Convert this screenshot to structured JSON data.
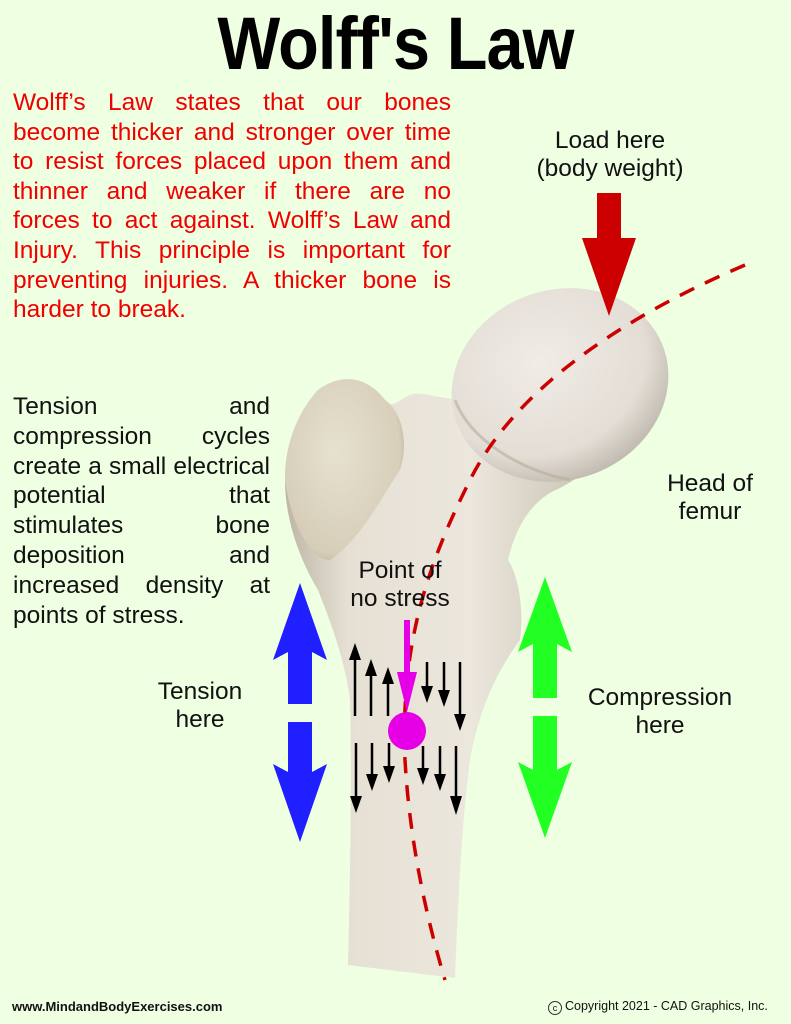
{
  "title": "Wolff's Law",
  "intro_paragraph": "Wolff’s Law states that our bones become thicker and stronger over time to resist forces placed upon them and thinner and weaker if there are no forces to act against. Wolff’s Law and Injury. This principle is important for preventing injuries. A thicker bone is harder to break.",
  "explanation_paragraph": "Tension and compression cycles create a small electrical potential that stimulates bone deposition and increased density at points of stress.",
  "labels": {
    "load_line1": "Load here",
    "load_line2": "(body weight)",
    "head_line1": "Head of",
    "head_line2": "femur",
    "point_line1": "Point of",
    "point_line2": "no stress",
    "tension_line1": "Tension",
    "tension_line2": "here",
    "compression_line1": "Compression",
    "compression_line2": "here"
  },
  "colors": {
    "background": "#eeffe2",
    "intro_text": "#f00000",
    "load_arrow": "#cc0000",
    "tension_arrow": "#1f1fff",
    "compression_arrow": "#22ff22",
    "neutral_point": "#e600e6",
    "neutral_axis": "#cc0000",
    "bone": "#e8e2d6"
  },
  "footer": {
    "website": "www.MindandBodyExercises.com",
    "copyright_symbol": "c",
    "copyright": "Copyright 2021 - CAD Graphics, Inc."
  }
}
